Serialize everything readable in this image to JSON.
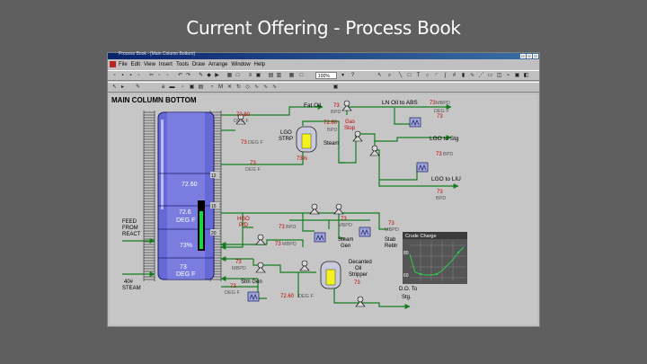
{
  "slide": {
    "title": "Current Offering - Process Book"
  },
  "window": {
    "title": "Process Book - [Main Column Bottom]",
    "menu": [
      "File",
      "Edit",
      "View",
      "Insert",
      "Tools",
      "Draw",
      "Arrange",
      "Window",
      "Help"
    ],
    "zoom": "100%"
  },
  "diagram": {
    "section_title": "MAIN COLUMN BOTTOM",
    "tray_labels": [
      "12",
      "15",
      "20"
    ],
    "column_values": {
      "top": "72.60",
      "mid1": "72.6",
      "mid1_unit": "DEG F",
      "mid2": "73%",
      "bottom": "73",
      "bottom_unit": "DEG F"
    },
    "feed_label": [
      "FEED",
      "FROM",
      "REACT"
    ],
    "steam_label": [
      "40#",
      "STEAM"
    ],
    "fat_oil": {
      "label": "Fat Oil",
      "value": "73",
      "unit": "BPD"
    },
    "ln_oil": {
      "label": "LN Oil to ABS",
      "value": "73",
      "unit": "MBPD",
      "sub_value": "73",
      "sub_unit": "DEG F"
    },
    "temp_top": {
      "value": "72.60",
      "unit": "DEG F"
    },
    "temp_mid": {
      "value": "73",
      "unit": "DEG F"
    },
    "temp_left": {
      "value": "73",
      "unit": "DEG F"
    },
    "lgo_strp": {
      "label1": "LGO",
      "label2": "STRP",
      "level": "73%",
      "flow_value": "72.60",
      "flow_unit": "BPD"
    },
    "steam": {
      "label": "Steam"
    },
    "gas_slop": {
      "label1": "Gas",
      "label2": "Slop"
    },
    "lgo_stg": {
      "label": "LGO to Stg",
      "value": "73",
      "unit": "BPD"
    },
    "lgo_liu": {
      "label": "LGO to LIU",
      "value": "73",
      "unit": "BPD"
    },
    "hgo": {
      "label1": "HGO",
      "label2": "P/D",
      "value": "73",
      "unit": "BPD"
    },
    "steam_gen": {
      "label1": "Steam",
      "label2": "Gen",
      "value": "73",
      "unit": "MBPD"
    },
    "stab_rebl": {
      "label1": "Stab",
      "label2": "Reblr",
      "value": "73",
      "unit": "MBPD"
    },
    "crude_charge": {
      "title": "Crude Charge",
      "y_labels": [
        "80",
        "60"
      ]
    },
    "flow_mbpd": {
      "value": "73",
      "unit": "MBPD"
    },
    "stm_gen": {
      "label": "Stm Gen",
      "value": "73",
      "unit": "MBPD"
    },
    "decanted": {
      "label1": "Decanted",
      "label2": "Oil",
      "label3": "Stripper",
      "value": "73"
    },
    "bottom_temp": {
      "value": "73",
      "unit": "DEG F"
    },
    "bottom_flow": {
      "value": "72.60",
      "unit": "DEG F"
    },
    "do_stg": {
      "label1": "D.O. To",
      "label2": "Stg."
    }
  }
}
